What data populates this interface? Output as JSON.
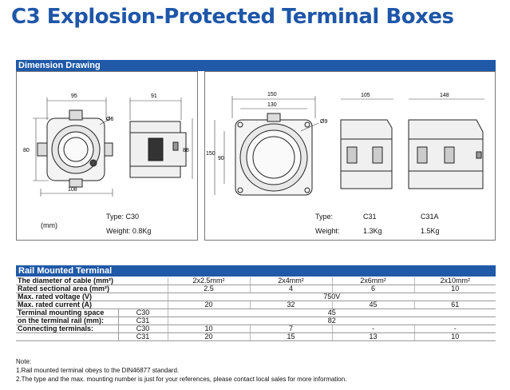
{
  "title": "C3 Explosion-Protected Terminal Boxes",
  "sections": {
    "dimension": "Dimension Drawing",
    "rail": "Rail Mounted Terminal"
  },
  "c30": {
    "dims": {
      "w": "95",
      "side_w": "91",
      "h": "80",
      "side_h": "88",
      "base": "108",
      "hole": "Ø6"
    },
    "unit": "(mm)",
    "type": "Type: C30",
    "weight": "Weight: 0.8Kg"
  },
  "c31": {
    "dims": {
      "outer": "150",
      "inner": "130",
      "h1": "150",
      "h2": "90",
      "hole": "Ø9",
      "side1": "105",
      "side2": "148"
    },
    "type_label": "Type:",
    "weight_label": "Weight:",
    "type_a": "C31",
    "type_b": "C31A",
    "weight_a": "1.3Kg",
    "weight_b": "1.5Kg"
  },
  "table": {
    "rows": [
      {
        "label": "The diameter of cable (mm²)",
        "sub": "",
        "cells": [
          "2x2.5mm²",
          "2x4mm²",
          "2x6mm²",
          "2x10mm²"
        ]
      },
      {
        "label": "Rated sectional area (mm²)",
        "sub": "",
        "cells": [
          "2.5",
          "4",
          "6",
          "10"
        ]
      },
      {
        "label": "Max. rated voltage (V)",
        "sub": "",
        "span": "750V"
      },
      {
        "label": "Max. rated current (A)",
        "sub": "",
        "cells": [
          "20",
          "32",
          "45",
          "61"
        ]
      },
      {
        "label": "Terminal mounting space",
        "sub": "C30",
        "span": "45"
      },
      {
        "label": "on the terminal rail (mm):",
        "sub": "C31",
        "span": "82"
      },
      {
        "label": "Connecting terminals:",
        "sub": "C30",
        "cells": [
          "10",
          "7",
          "-",
          "-"
        ]
      },
      {
        "label": "",
        "sub": "C31",
        "cells": [
          "20",
          "15",
          "13",
          "10"
        ]
      }
    ]
  },
  "notes": {
    "heading": "Note:",
    "n1": "1.Rail mounted terminal obeys to the DIN46877 standard.",
    "n2": "2.The type and the max. mounting number is just for your references, please contact local sales for more information."
  }
}
